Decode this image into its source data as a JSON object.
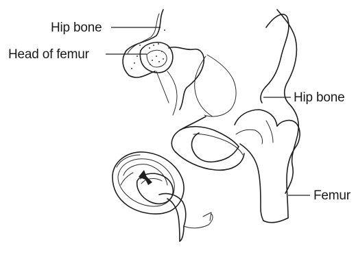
{
  "diagram": {
    "labels": {
      "hip_bone_top": "Hip bone",
      "head_of_femur": "Head of femur",
      "hip_bone_right": "Hip bone",
      "femur": "Femur"
    }
  }
}
